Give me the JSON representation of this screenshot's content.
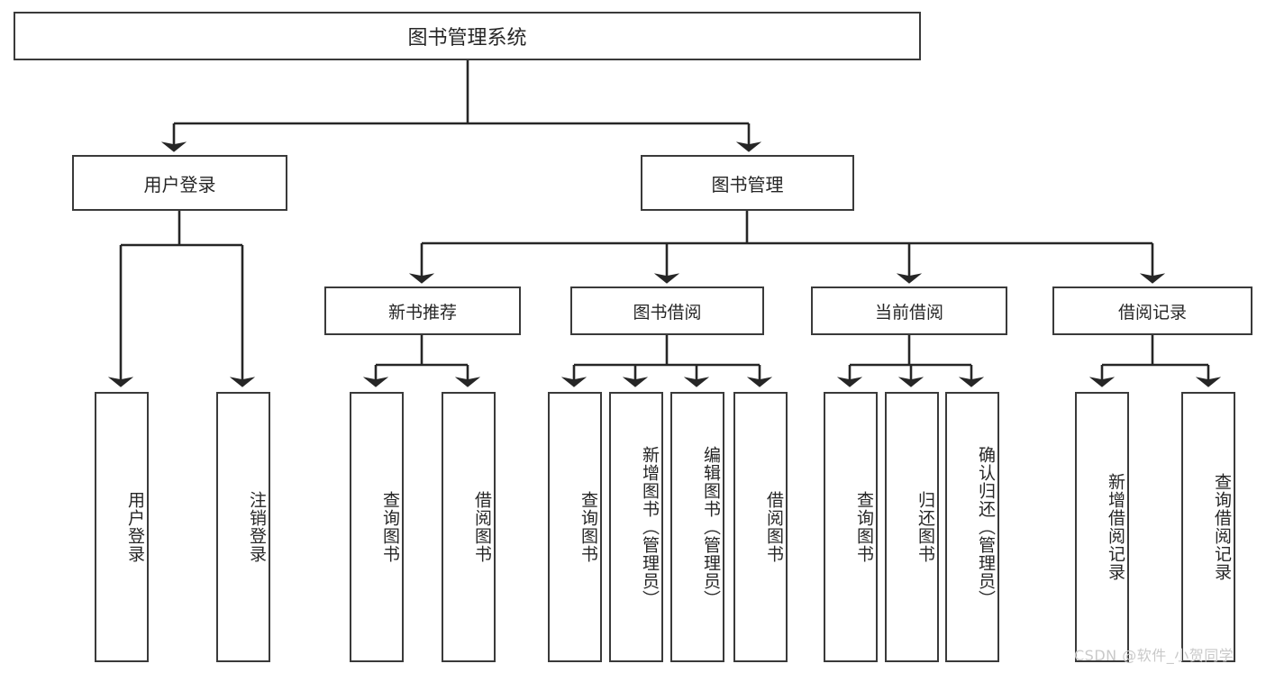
{
  "diagram": {
    "title_text": "图书管理系统",
    "type": "tree-hierarchy",
    "watermark": "CSDN @软件_小贺同学",
    "colors": {
      "box_border": "#3a3a3a",
      "box_fill": "#ffffff",
      "line": "#262626",
      "text": "#262626",
      "watermark": "#c9c9c9"
    },
    "nodes": {
      "root": {
        "label": "图书管理系统",
        "level": 0
      },
      "l1": [
        {
          "id": "user-login",
          "label": "用户登录"
        },
        {
          "id": "book-management",
          "label": "图书管理"
        }
      ],
      "l2": [
        {
          "id": "new-book-recommend",
          "label": "新书推荐",
          "parent": "book-management"
        },
        {
          "id": "book-borrow",
          "label": "图书借阅",
          "parent": "book-management"
        },
        {
          "id": "current-borrow",
          "label": "当前借阅",
          "parent": "book-management"
        },
        {
          "id": "borrow-record",
          "label": "借阅记录",
          "parent": "book-management"
        }
      ],
      "leaves": [
        {
          "id": "leaf-user-login",
          "label": "用户登录",
          "parent": "user-login"
        },
        {
          "id": "leaf-logout-login",
          "label": "注销登录",
          "parent": "user-login"
        },
        {
          "id": "leaf-query-book-1",
          "label": "查询图书",
          "parent": "new-book-recommend"
        },
        {
          "id": "leaf-borrow-book-1",
          "label": "借阅图书",
          "parent": "new-book-recommend"
        },
        {
          "id": "leaf-query-book-2",
          "label": "查询图书",
          "parent": "book-borrow"
        },
        {
          "id": "leaf-add-book",
          "label": "新增图书（管理员）",
          "parent": "book-borrow"
        },
        {
          "id": "leaf-edit-book",
          "label": "编辑图书（管理员）",
          "parent": "book-borrow"
        },
        {
          "id": "leaf-borrow-book-2",
          "label": "借阅图书",
          "parent": "book-borrow"
        },
        {
          "id": "leaf-query-book-3",
          "label": "查询图书",
          "parent": "current-borrow"
        },
        {
          "id": "leaf-return-book",
          "label": "归还图书",
          "parent": "current-borrow"
        },
        {
          "id": "leaf-confirm-return",
          "label": "确认归还（管理员）",
          "parent": "current-borrow"
        },
        {
          "id": "leaf-add-borrow-record",
          "label": "新增借阅记录",
          "parent": "borrow-record"
        },
        {
          "id": "leaf-query-borrow-record",
          "label": "查询借阅记录",
          "parent": "borrow-record"
        }
      ]
    }
  }
}
